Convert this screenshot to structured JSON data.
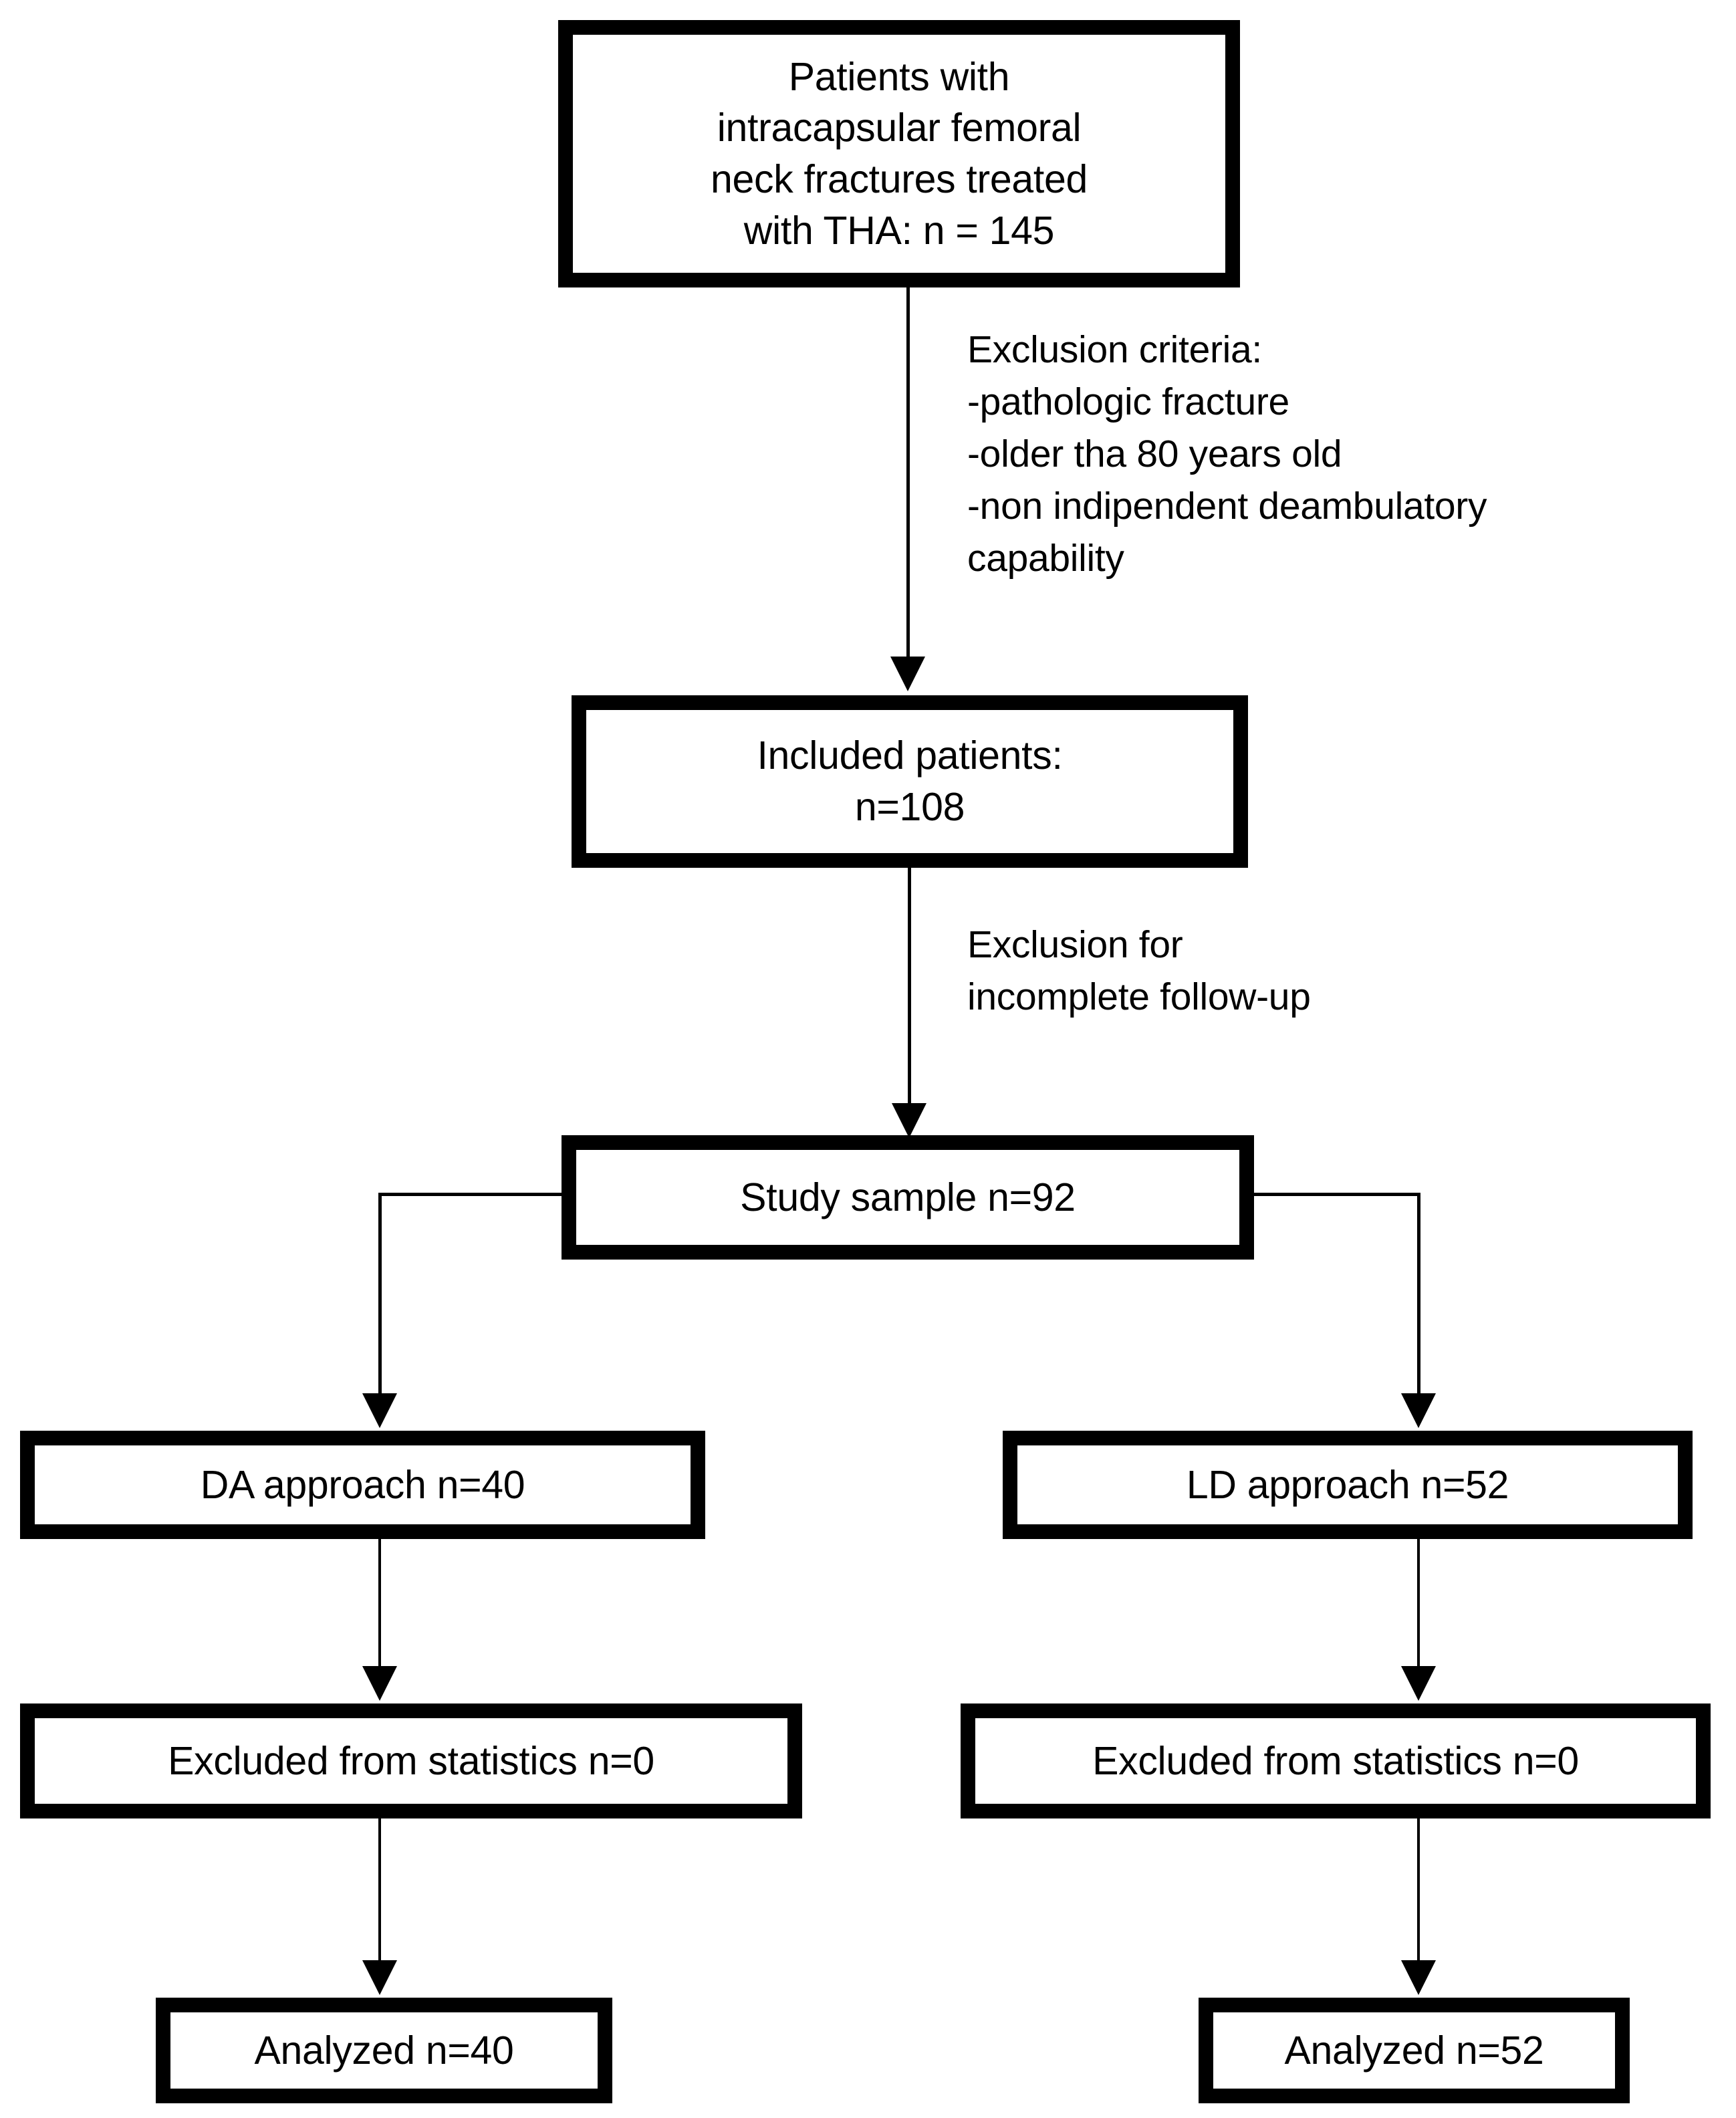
{
  "diagram": {
    "title": "Patient selection flow diagram",
    "type": "flowchart",
    "colors": {
      "box_border": "#000000",
      "box_fill": "#ffffff",
      "connector": "#000000",
      "text": "#000000"
    },
    "nodes": [
      {
        "id": "source",
        "label": "Patients with\nintracapsular femoral\nneck fractures treated\nwith THA: n = 145",
        "n": 145
      },
      {
        "id": "included",
        "label": "Included patients:\nn=108",
        "n": 108
      },
      {
        "id": "study",
        "label": "Study sample n=92",
        "n": 92
      },
      {
        "id": "da_approach",
        "label": "DA approach n=40",
        "n": 40
      },
      {
        "id": "ld_approach",
        "label": "LD approach n=52",
        "n": 52
      },
      {
        "id": "excluded_left",
        "label": "Excluded from statistics n=0",
        "n": 0
      },
      {
        "id": "excluded_right",
        "label": "Excluded from statistics n=0",
        "n": 0
      },
      {
        "id": "analyzed_left",
        "label": "Analyzed n=40",
        "n": 40
      },
      {
        "id": "analyzed_right",
        "label": "Analyzed n=52",
        "n": 52
      }
    ],
    "annotations": [
      {
        "id": "exclusion_criteria",
        "text": "Exclusion criteria:\n-pathologic fracture\n-older tha 80 years old\n-non indipendent deambulatory\ncapability"
      },
      {
        "id": "followup_exclusion",
        "text": "Exclusion for\nincomplete follow-up"
      }
    ]
  }
}
